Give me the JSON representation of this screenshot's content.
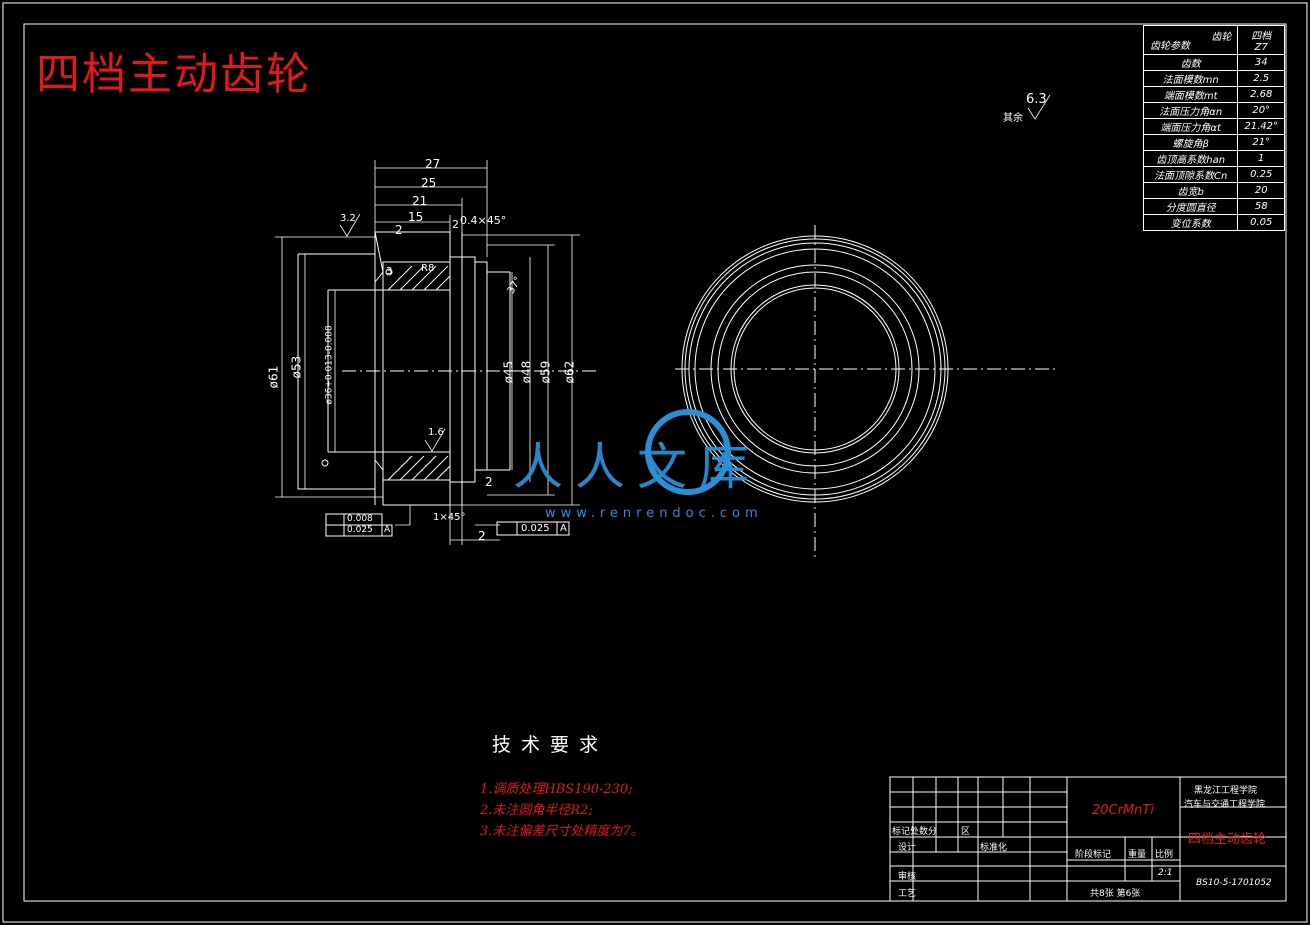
{
  "drawing": {
    "title": "四档主动齿轮",
    "surface_note": "其余",
    "surface_value": "6.3"
  },
  "params_table": {
    "header_top": "齿轮",
    "header_left": "齿轮参数",
    "gear_name": "四档",
    "gear_symbol": "Z7",
    "rows": [
      {
        "label": "齿数",
        "value": "34"
      },
      {
        "label": "法面模数mn",
        "value": "2.5"
      },
      {
        "label": "端面模数mt",
        "value": "2.68"
      },
      {
        "label": "法面压力角αn",
        "value": "20°"
      },
      {
        "label": "端面压力角αt",
        "value": "21.42°"
      },
      {
        "label": "螺旋角β",
        "value": "21°"
      },
      {
        "label": "齿顶高系数han",
        "value": "1"
      },
      {
        "label": "法面顶隙系数Cn",
        "value": "0.25"
      },
      {
        "label": "齿宽b",
        "value": "20"
      },
      {
        "label": "分度圆直径",
        "value": "58"
      },
      {
        "label": "变位系数",
        "value": "0.05"
      }
    ]
  },
  "dimensions": {
    "len_27": "27",
    "len_25": "25",
    "len_21": "21",
    "len_15": "15",
    "len_2a": "2",
    "len_2b": "2",
    "len_2c": "2",
    "len_2d": "2",
    "chamfer": "0.4×45°",
    "chamfer2": "1×45°",
    "d61": "ø61",
    "d53": "ø53",
    "d36": "ø36+0.013-0.008",
    "d45": "ø45",
    "d48": "ø48",
    "d59": "ø59",
    "d62": "ø62",
    "r3": "3",
    "r8": "R8",
    "ang37": "37°",
    "rough32": "3.2",
    "rough16": "1.6",
    "tol1a": "0.008",
    "tol1b": "0.025",
    "tol1ref": "A",
    "tol2": "0.025",
    "tol2ref": "A"
  },
  "tech": {
    "title": "技术要求",
    "notes": [
      "1.调质处理HBS190-230;",
      "2.未注圆角半径R2;",
      "3.未注偏差尺寸处精度为7。"
    ]
  },
  "title_block": {
    "material": "20CrMnTi",
    "school1": "黑龙江工程学院",
    "school2": "汽车与交通工程学院",
    "part_name": "四档主动齿轮",
    "mark_label": "标记处数分",
    "zone_label": "区",
    "design_label": "设计",
    "std_label": "标准化",
    "review_label": "审核",
    "process_label": "工艺",
    "stage_label": "阶段标记",
    "weight_label": "重量",
    "scale_label": "比例",
    "scale_value": "2:1",
    "sheets": "共8张  第6张",
    "drawing_no": "BS10-5-1701052"
  },
  "watermark": {
    "text": "人人文库",
    "url": "www.renrendoc.com"
  },
  "colors": {
    "background": "#000000",
    "line": "#ffffff",
    "red": "#e0191e",
    "watermark": "#2a8fd6"
  }
}
